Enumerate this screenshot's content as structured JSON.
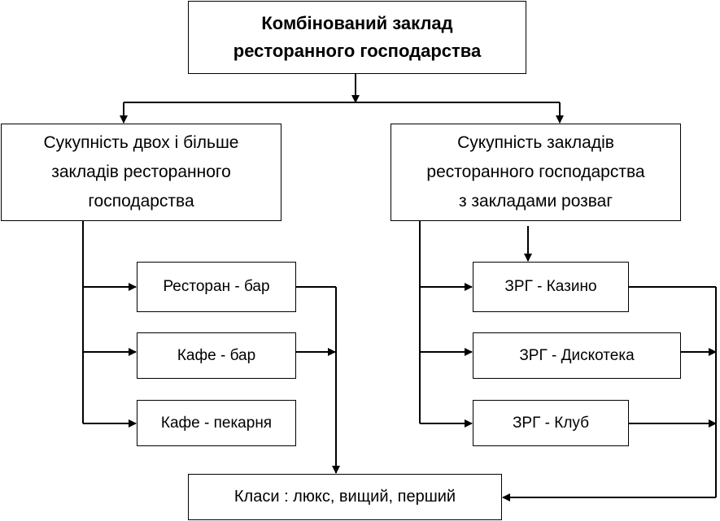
{
  "top": {
    "lines": [
      "Комбінований заклад",
      "ресторанного господарства"
    ]
  },
  "left_group": {
    "lines": [
      "Сукупність двох і більше",
      "закладів ресторанного",
      "господарства"
    ]
  },
  "right_group": {
    "lines": [
      "Сукупність  закладів",
      "ресторанного господарства",
      "з закладами розваг"
    ]
  },
  "left_items": [
    "Ресторан - бар",
    "Кафе - бар",
    "Кафе - пекарня"
  ],
  "right_items": [
    "ЗРГ - Казино",
    "ЗРГ - Дискотека",
    "ЗРГ - Клуб"
  ],
  "bottom": {
    "label": "Класи : люкс, вищий, перший"
  }
}
